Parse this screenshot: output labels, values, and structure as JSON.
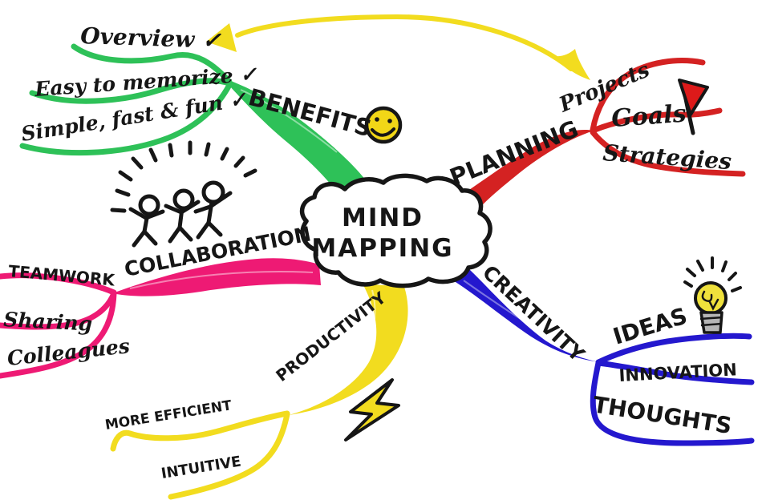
{
  "center": {
    "line1": "MIND",
    "line2": "MAPPING"
  },
  "branches": {
    "benefits": {
      "label": "BENEFITS",
      "color": "#2ec158",
      "icon": "smiley-face-icon",
      "children": {
        "overview": {
          "label": "Overview ✓"
        },
        "memorize": {
          "label": "Easy to memorize ✓"
        },
        "simple": {
          "label": "Simple, fast & fun ✓"
        }
      }
    },
    "planning": {
      "label": "PLANNING",
      "color": "#d42222",
      "icon": "red-flag-icon",
      "children": {
        "projects": {
          "label": "Projects"
        },
        "goals": {
          "label": "Goals"
        },
        "strategies": {
          "label": "Strategies"
        }
      }
    },
    "collaboration": {
      "label": "COLLABORATION",
      "color": "#ee1a74",
      "icon": "stick-figures-icon",
      "children": {
        "teamwork": {
          "label": "TEAMWORK"
        },
        "sharing": {
          "label": "Sharing"
        },
        "colleagues": {
          "label": "Colleagues"
        }
      }
    },
    "productivity": {
      "label": "PRODUCTIVITY",
      "color": "#f2dc1f",
      "icon": "lightning-bolt-icon",
      "children": {
        "more_efficient": {
          "label": "MORE EFFICIENT"
        },
        "intuitive": {
          "label": "INTUITIVE"
        }
      }
    },
    "creativity": {
      "label": "CREATIVITY",
      "color": "#2418ce",
      "icon": "lightbulb-icon",
      "children": {
        "ideas": {
          "label": "IDEAS"
        },
        "innovation": {
          "label": "INNOVATION"
        },
        "thoughts": {
          "label": "THOUGHTS"
        }
      }
    }
  },
  "arrow": {
    "from": "PLANNING",
    "to": "BENEFITS",
    "color": "#f2dc1f"
  },
  "icons": {
    "smiley_fill": "#f2d717",
    "flag_fill": "#dd1a1a",
    "bulb_fill": "#efe13c",
    "bulb_base_fill": "#b5b5b5",
    "ink": "#161616"
  }
}
